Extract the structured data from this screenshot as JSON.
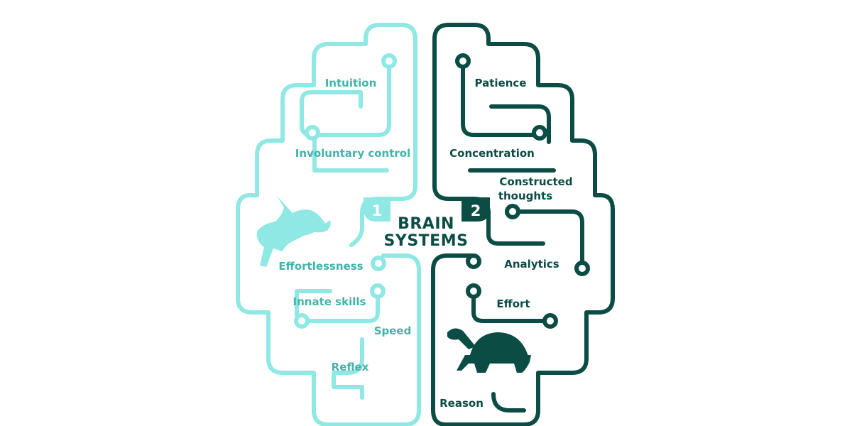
{
  "colors": {
    "system1": "#8fe8e3",
    "system1_text": "#43b3aa",
    "system2": "#0b4c44",
    "background": "#ffffff"
  },
  "title": {
    "line1": "BRAIN",
    "line2": "SYSTEMS"
  },
  "system1": {
    "number": "1",
    "icon": "rabbit-icon",
    "labels": {
      "intuition": "Intuition",
      "involuntary_control": "Involuntary control",
      "effortlessness": "Effortlessness",
      "innate_skills": "Innate skills",
      "speed": "Speed",
      "reflex": "Reflex"
    }
  },
  "system2": {
    "number": "2",
    "icon": "turtle-icon",
    "labels": {
      "patience": "Patience",
      "concentration": "Concentration",
      "constructed_line1": "Constructed",
      "constructed_line2": "thoughts",
      "analytics": "Analytics",
      "effort": "Effort",
      "reason": "Reason"
    }
  }
}
